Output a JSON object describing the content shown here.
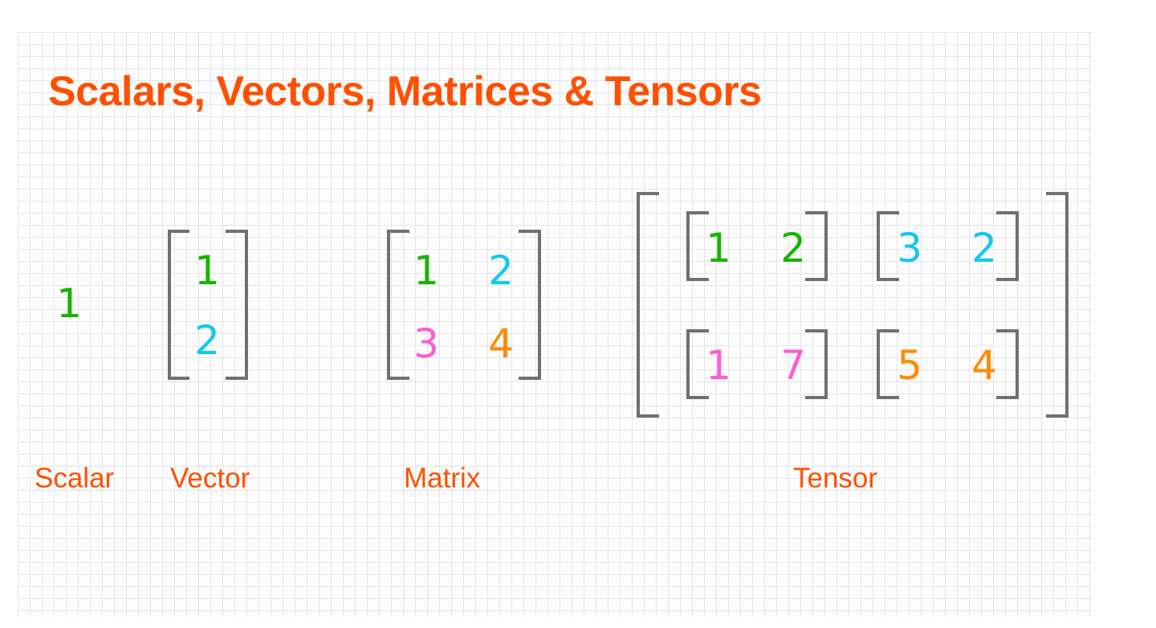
{
  "title": "Scalars, Vectors, Matrices & Tensors",
  "colors": {
    "title": "#fe5000",
    "caption": "#fe5000",
    "bracket": "#707070",
    "green": "#18b400",
    "cyan": "#14c8ee",
    "pink": "#ff5bd2",
    "orange": "#fe8a00"
  },
  "scalar": {
    "label": "Scalar",
    "value": "1"
  },
  "vector": {
    "label": "Vector",
    "values": [
      "1",
      "2"
    ]
  },
  "matrix": {
    "label": "Matrix",
    "rows": [
      [
        "1",
        "2"
      ],
      [
        "3",
        "4"
      ]
    ]
  },
  "tensor": {
    "label": "Tensor",
    "blocks": [
      [
        [
          "1",
          "2"
        ],
        [
          "3",
          "2"
        ]
      ],
      [
        [
          "1",
          "7"
        ],
        [
          "5",
          "4"
        ]
      ]
    ]
  }
}
